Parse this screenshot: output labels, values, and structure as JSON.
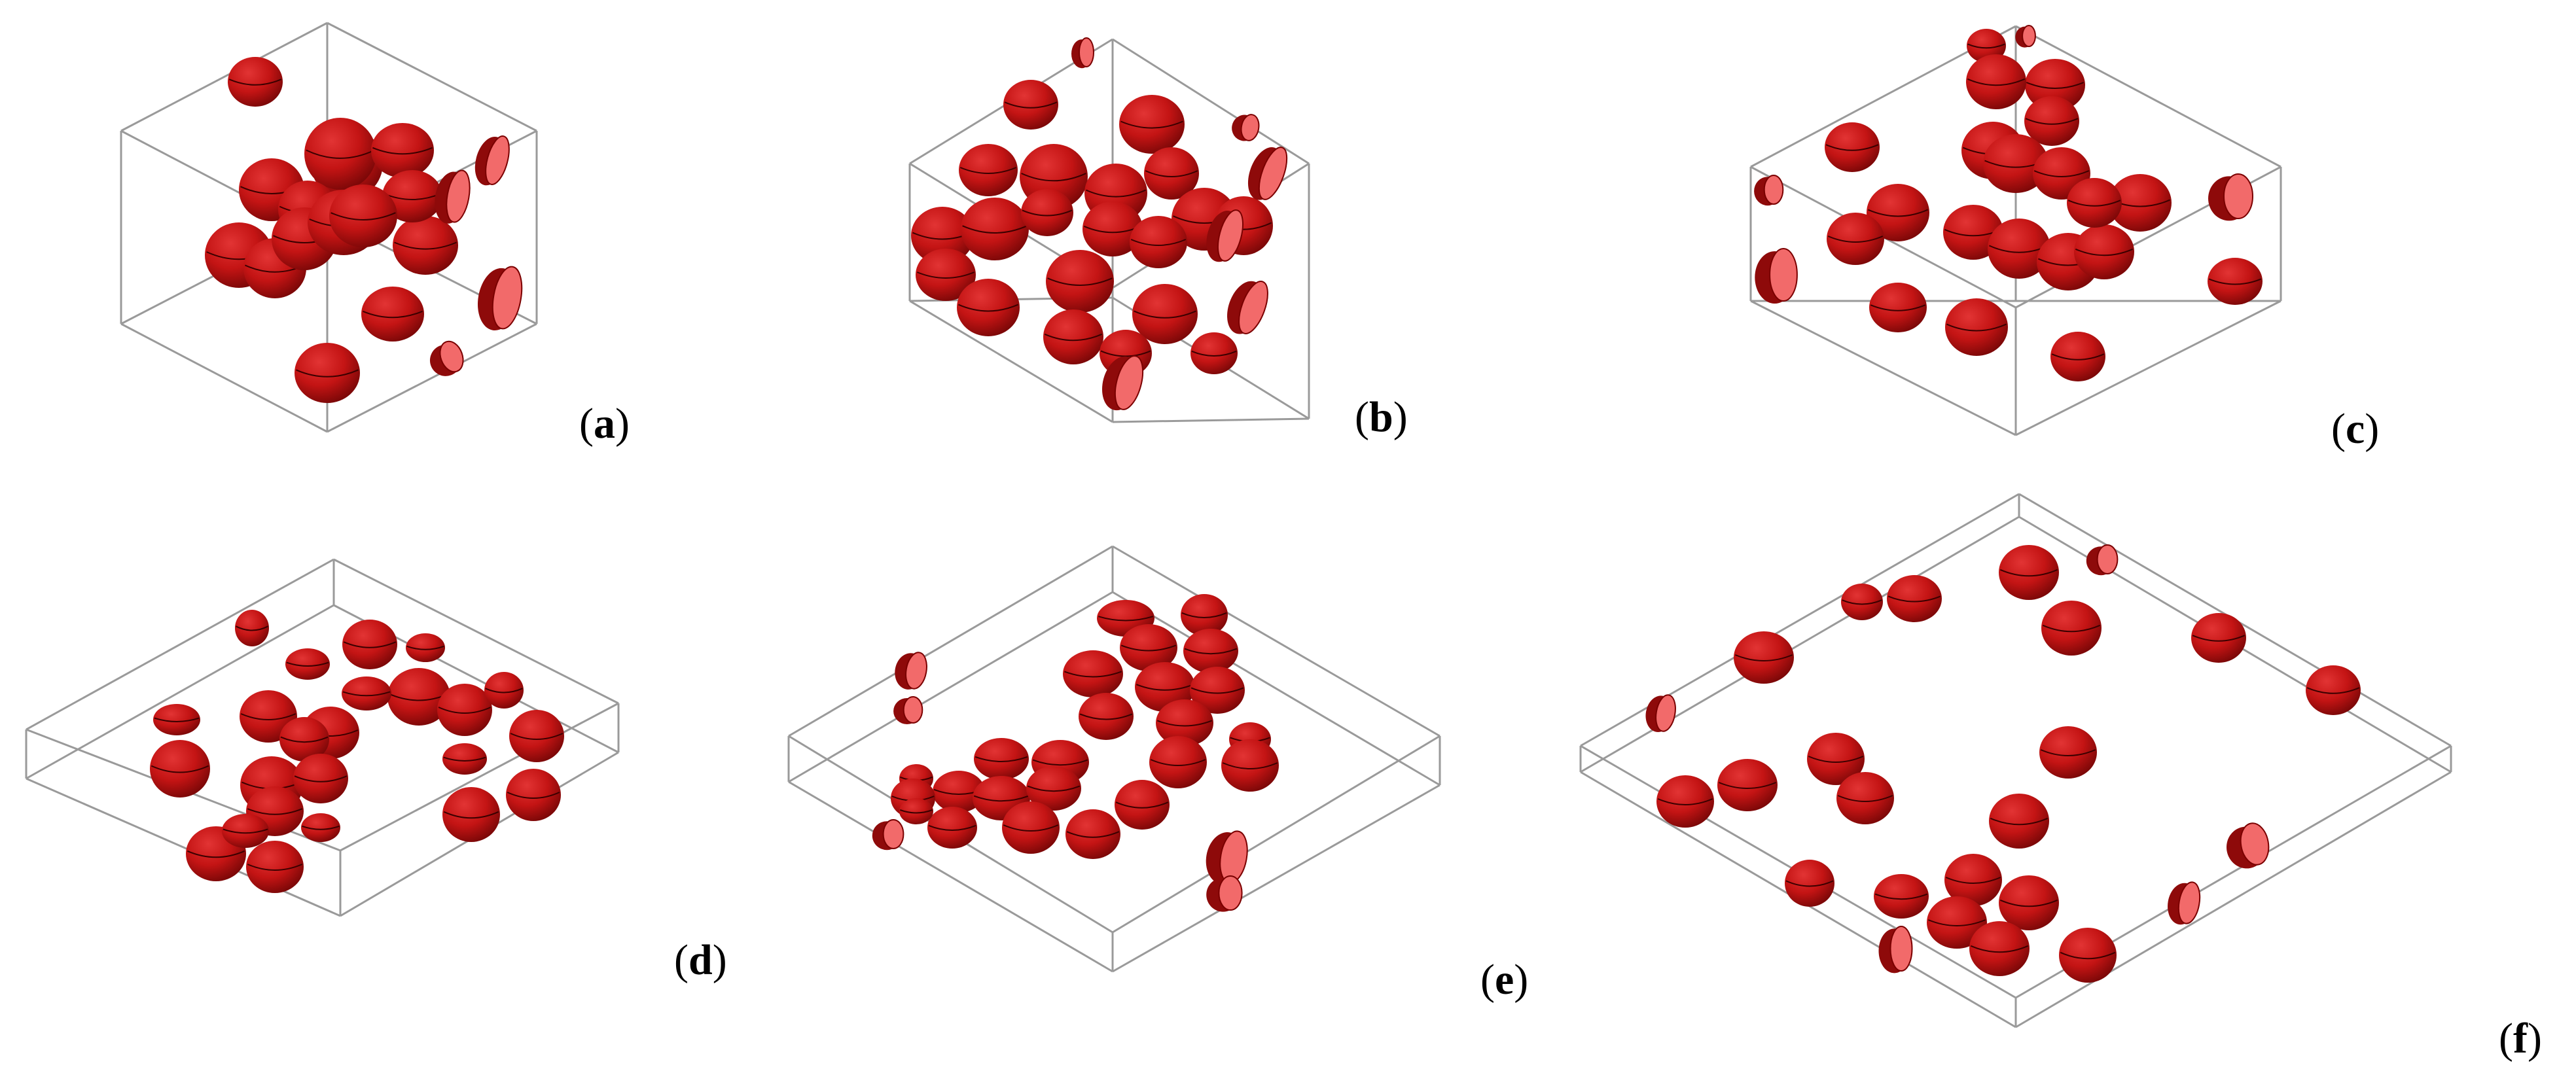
{
  "figure": {
    "panels": [
      {
        "id": "a",
        "caption_open": "(",
        "caption_letter": "a",
        "caption_close": ")"
      },
      {
        "id": "b",
        "caption_open": "(",
        "caption_letter": "b",
        "caption_close": ")"
      },
      {
        "id": "c",
        "caption_open": "(",
        "caption_letter": "c",
        "caption_close": ")"
      },
      {
        "id": "d",
        "caption_open": "(",
        "caption_letter": "d",
        "caption_close": ")"
      },
      {
        "id": "e",
        "caption_open": "(",
        "caption_letter": "e",
        "caption_close": ")"
      },
      {
        "id": "f",
        "caption_open": "(",
        "caption_letter": "f",
        "caption_close": ")"
      }
    ],
    "colors": {
      "particle_dark": "#8e0a0a",
      "particle_mid": "#c41414",
      "particle_light": "#e23434",
      "cut_face": "#f26a6a",
      "box_edges": "#9a9a9a"
    }
  }
}
